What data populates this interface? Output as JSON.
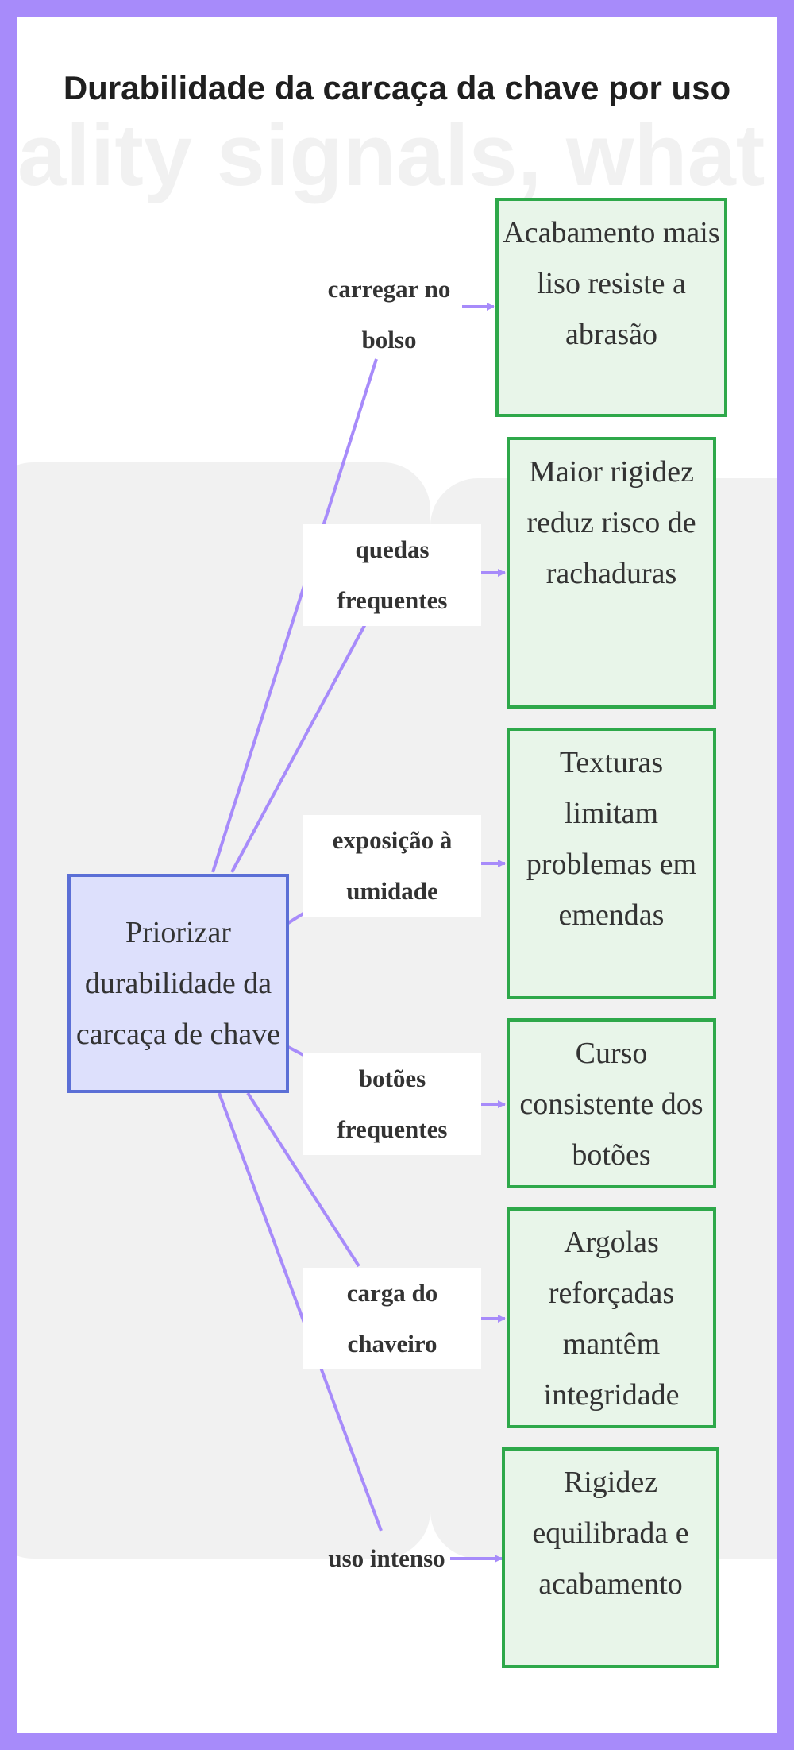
{
  "title": "Durabilidade da carcaça da chave por uso",
  "background_text": "ality signals, what t",
  "colors": {
    "frame": "#a78bfa",
    "edge": "#a78bfa",
    "center_fill": "#dde0fc",
    "center_border": "#5b6fd6",
    "leaf_fill": "#e8f5e9",
    "leaf_border": "#2ea84a"
  },
  "center": {
    "label": "Priorizar durabilidade da carcaça de chave"
  },
  "branches": [
    {
      "label": "carregar no bolso",
      "result": "Acabamento mais liso resiste a abrasão"
    },
    {
      "label": "quedas frequentes",
      "result": "Maior rigidez reduz risco de rachaduras"
    },
    {
      "label": "exposição à umidade",
      "result": "Texturas limitam problemas em emendas"
    },
    {
      "label": "botões frequentes",
      "result": "Curso consistente dos botões"
    },
    {
      "label": "carga do chaveiro",
      "result": "Argolas reforçadas mantêm integridade"
    },
    {
      "label": "uso intenso",
      "result": "Rigidez equilibrada e acabamento"
    }
  ]
}
